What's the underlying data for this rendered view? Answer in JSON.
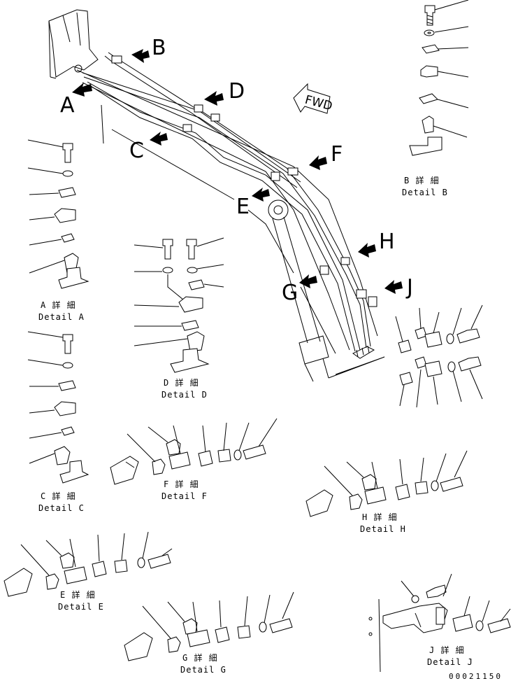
{
  "callouts": {
    "A": "A",
    "B": "B",
    "C": "C",
    "D": "D",
    "E": "E",
    "F": "F",
    "G": "G",
    "H": "H",
    "J": "J"
  },
  "fwd_label": "FWD",
  "details": {
    "A": {
      "jp": "A 詳 細",
      "en": "Detail A"
    },
    "B": {
      "jp": "B 詳 細",
      "en": "Detail B"
    },
    "C": {
      "jp": "C 詳 細",
      "en": "Detail C"
    },
    "D": {
      "jp": "D 詳 細",
      "en": "Detail D"
    },
    "E": {
      "jp": "E 詳 細",
      "en": "Detail E"
    },
    "F": {
      "jp": "F 詳 細",
      "en": "Detail F"
    },
    "G": {
      "jp": "G 詳 細",
      "en": "Detail G"
    },
    "H": {
      "jp": "H 詳 細",
      "en": "Detail H"
    },
    "J": {
      "jp": "J 詳 細",
      "en": "Detail J"
    }
  },
  "drawing_number": "00021150"
}
